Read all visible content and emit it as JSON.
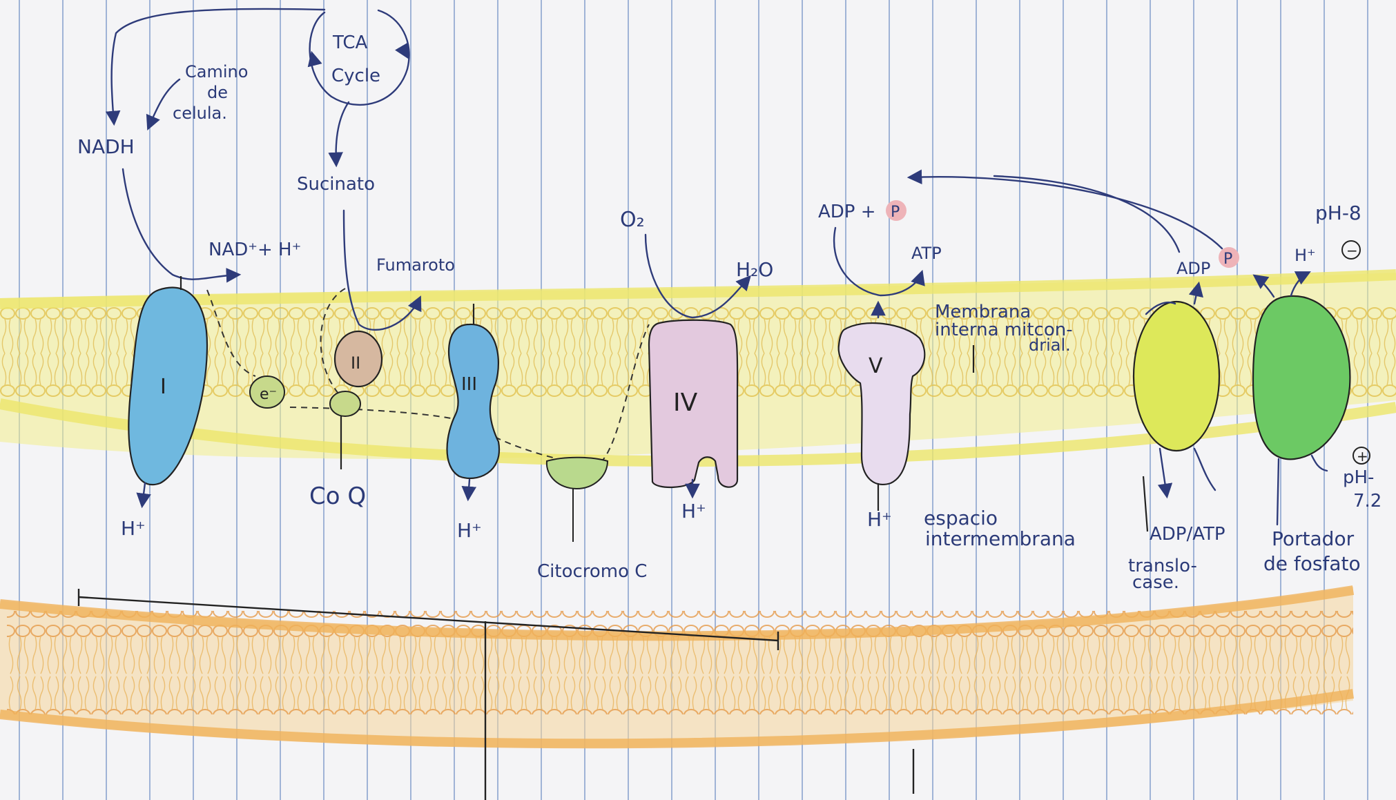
{
  "labels": {
    "tca": "TCA",
    "cycle": "Cycle",
    "camino_1": "Camino",
    "camino_2": "de",
    "camino_3": "celula.",
    "nadh": "NADH",
    "succinate": "Sucinato",
    "nad_h": "NAD⁺+ H⁺",
    "fumarate": "Fumaroto",
    "o2": "O₂",
    "h2o": "H₂O",
    "adp_p": "ADP +",
    "p": "P",
    "atp": "ATP",
    "ph8": "pH-8",
    "adp": "ADP",
    "h_top": "H⁺",
    "minus": "−",
    "plus": "+",
    "membrane_1": "Membrana",
    "membrane_2": "interna mitcon-",
    "membrane_3": "drial.",
    "electron": "e⁻",
    "coq": "Co Q",
    "cytc": "Citocromo C",
    "h_plus": "H⁺",
    "intermembrane_1": "espacio",
    "intermembrane_2": "intermembrana",
    "translocase_1": "ADP/ATP",
    "translocase_2": "translo-",
    "translocase_3": "case.",
    "phosphate_1": "Portador",
    "phosphate_2": "de fosfato",
    "ph72_1": "pH-",
    "ph72_2": "7.2"
  },
  "complexes": {
    "c1": "I",
    "c2": "II",
    "c3": "III",
    "c4": "IV",
    "c5": "V"
  },
  "colors": {
    "paper": "#f4f4f6",
    "rule_line": "#9fb3d6",
    "membrane_top": "#eeea7a",
    "membrane_bottom": "#f1c98c",
    "complex_I": "#6fb8df",
    "complex_II": "#d6b8a0",
    "complex_III": "#6eb3de",
    "complex_IV": "#e3c9de",
    "complex_V": "#e8dcee",
    "coq": "#c7d98b",
    "cyt_c": "#b9d98d",
    "translocase": "#dde85a",
    "phosphate_carrier": "#6cc964",
    "p_circle": "#eeb3b8",
    "ink": "#2e3b7a"
  }
}
